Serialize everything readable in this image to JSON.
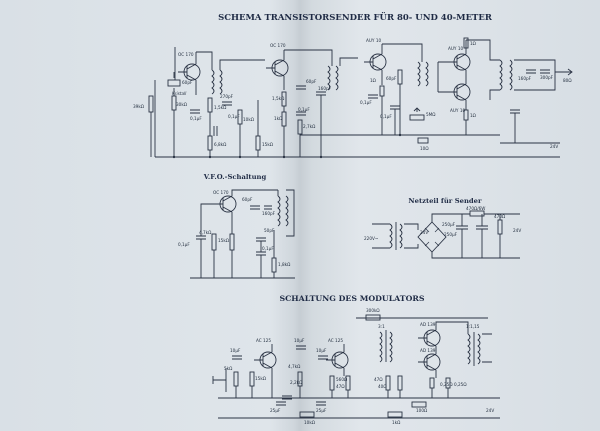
{
  "titles": {
    "main": "SCHEMA TRANSISTORSENDER FÜR 80- UND 40-METER",
    "vfo": "V.F.O.-Schaltung",
    "netzteil": "Netzteil für Sender",
    "modulator": "SCHALTUNG DES MODULATORS"
  },
  "transmitter": {
    "transistors": [
      "OC 170",
      "OC 170",
      "AUY 10",
      "AUY 10",
      "AUY 10"
    ],
    "components": [
      "Kristall",
      "60pF",
      "30kΩ",
      "39kΩ",
      "0,1µF",
      "1,5kΩ",
      "270pF",
      "0,1µF",
      "10kΩ",
      "6,8kΩ",
      "15kΩ",
      "60pF",
      "1,5kΩ",
      "1kΩ",
      "160pF",
      "2,7kΩ",
      "0,1µF",
      "1Ω",
      "0,1µF",
      "60pF",
      "5MΩ",
      "10Ω",
      "0,1µF",
      "1Ω",
      "1Ω",
      "300pF",
      "160pF",
      "80Ω",
      "24V"
    ]
  },
  "vfo": {
    "transistor": "OC 170",
    "components": [
      "60pF",
      "160pF",
      "0,1µF",
      "4,7kΩ",
      "15kΩ",
      "50pF",
      "0,1µF",
      "1,8kΩ"
    ]
  },
  "netzteil": {
    "components": [
      "220V~",
      "24V",
      "470Ω/6W",
      "250µF",
      "250µF",
      "470Ω",
      "24V"
    ]
  },
  "modulator": {
    "transistors": [
      "AC 125",
      "AC 125",
      "AD 139",
      "AD 139"
    ],
    "components": [
      "300kΩ",
      "3:1",
      "1:1,15",
      "10µF",
      "10µF",
      "10µF",
      "5kΩ",
      "15kΩ",
      "2,2kΩ",
      "4,7kΩ",
      "560Ω",
      "47Ω",
      "40Ω",
      "0,25Ω",
      "0,25Ω",
      "25µF",
      "25µF",
      "10kΩ",
      "1kΩ",
      "100Ω",
      "24V"
    ]
  }
}
